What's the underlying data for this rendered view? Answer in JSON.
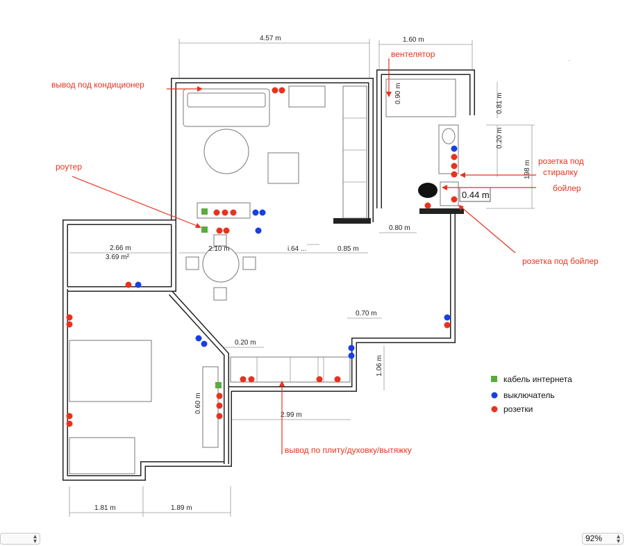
{
  "dimensions": {
    "top_width": "4.57 m",
    "bath_width": "1.60 m",
    "fan_height": "0.90 m",
    "bath_wall": "0.81 m",
    "washer_gap": "0.20 m",
    "bath_height": "198 m",
    "boiler_width": "0.44 m",
    "bath_bottom": "0.80 m",
    "room_width": "2.66 m",
    "room_area": "3.69 m²",
    "table_width": "2.10 m",
    "center_width": "i.64 ...",
    "closet_width": "0.85 m",
    "step_width": "0.70 m",
    "step_height": "1.06 m",
    "corner_width": "0.20 m",
    "counter_height": "0.60 m",
    "kitchen_width": "2.99 m",
    "bottom_left": "1.81 m",
    "bottom_right": "1.89 m"
  },
  "annotations": {
    "ac_outlet": "вывод под кондиционер",
    "fan": "вентелятор",
    "router": "роутер",
    "washer_line1": "розетка под",
    "washer_line2": "стиралку",
    "boiler": "бойлер",
    "boiler_socket": "розетка под бойлер",
    "stove_outlet": "вывод по плиту/духовку/вытяжку"
  },
  "legend": {
    "internet": "кабель интернета",
    "switch": "выключатель",
    "sockets": "розетки"
  },
  "colors": {
    "socket": "#e8321e",
    "switch": "#1a3fe0",
    "internet": "#5aac3c",
    "wall": "#222222",
    "annotation": "#e8321e"
  },
  "toolbar": {
    "zoom": "92%"
  }
}
